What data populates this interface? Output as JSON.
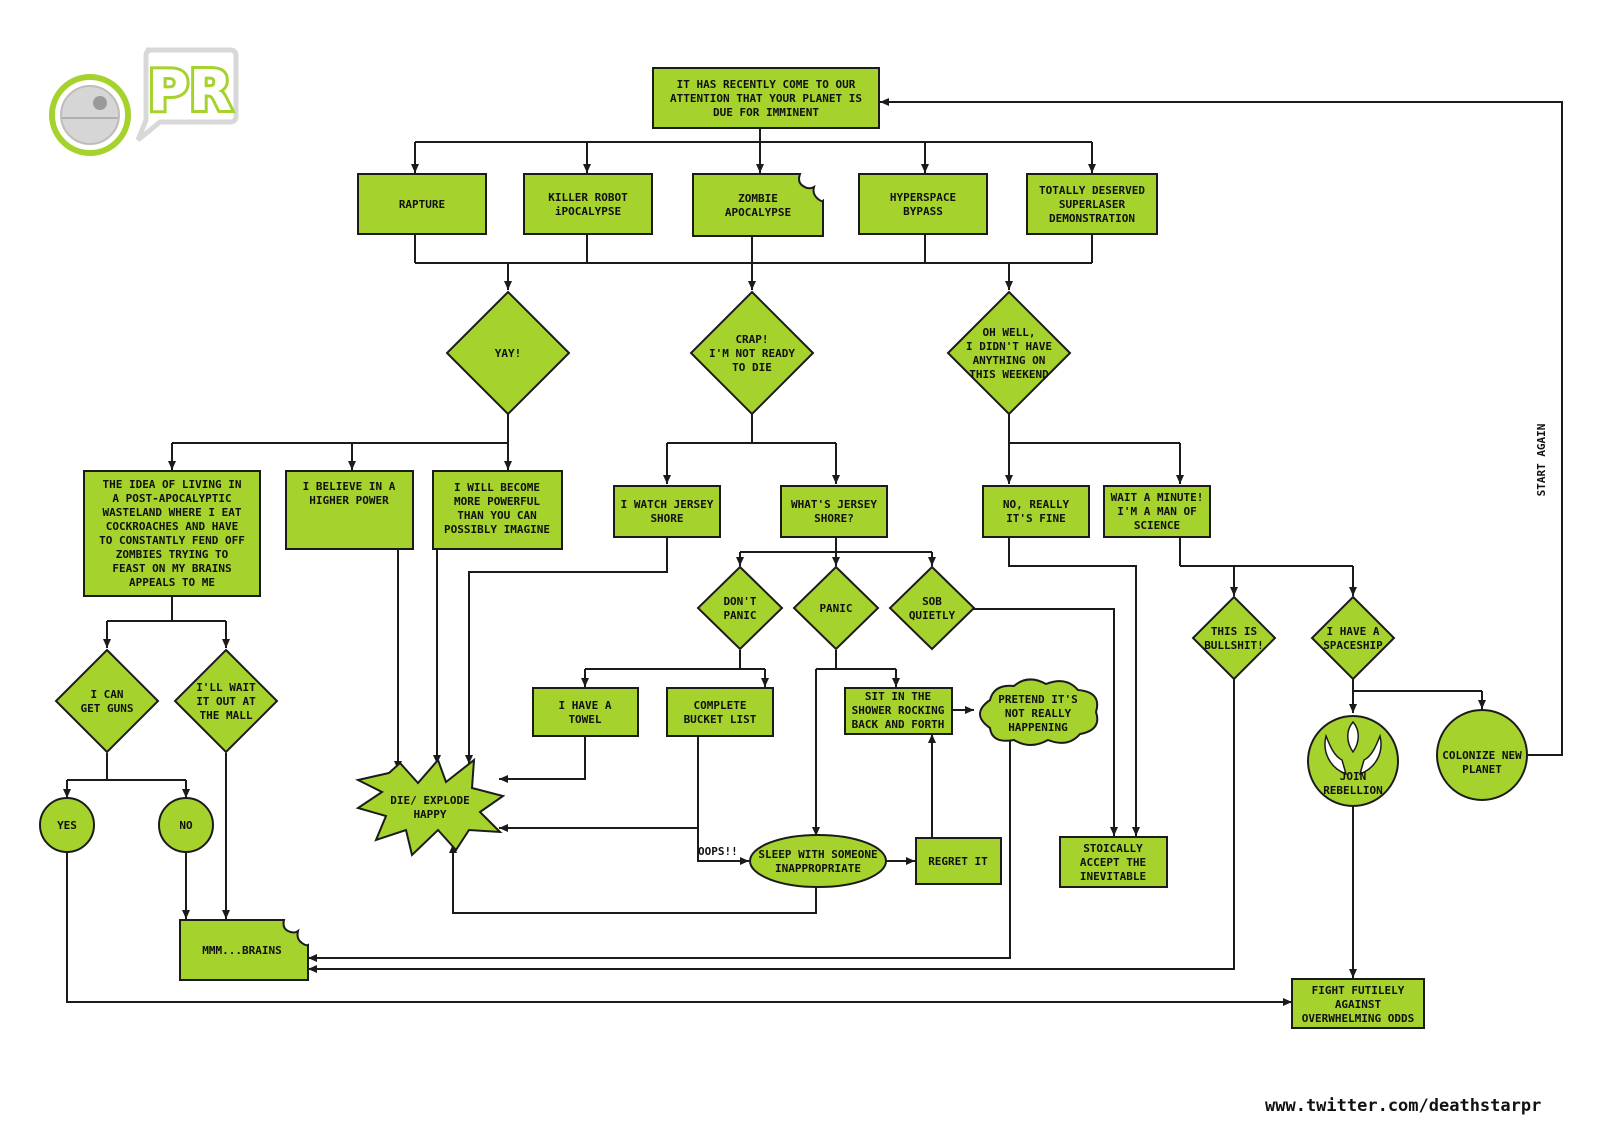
{
  "logo": {
    "text": "PR",
    "accent": "#a6d22e"
  },
  "colors": {
    "box_fill": "#a6d22e",
    "stroke": "#1b1b1b",
    "background": "#ffffff"
  },
  "nodes": {
    "start": [
      "IT HAS RECENTLY COME TO OUR",
      "ATTENTION THAT YOUR PLANET IS",
      "DUE FOR IMMINENT"
    ],
    "rapture": [
      "RAPTURE"
    ],
    "killer_robot": [
      "KILLER ROBOT",
      "iPOCALYPSE"
    ],
    "zombie": [
      "ZOMBIE",
      "APOCALYPSE"
    ],
    "hyperspace": [
      "HYPERSPACE",
      "BYPASS"
    ],
    "superlaser": [
      "TOTALLY DESERVED",
      "SUPERLASER",
      "DEMONSTRATION"
    ],
    "yay": [
      "YAY!"
    ],
    "crap": [
      "CRAP!",
      "I'M NOT READY",
      "TO DIE"
    ],
    "oh_well": [
      "OH WELL,",
      "I DIDN'T HAVE",
      "ANYTHING ON",
      "THIS WEEKEND"
    ],
    "idea": [
      "THE IDEA OF LIVING IN",
      "A POST-APOCALYPTIC",
      "WASTELAND WHERE I EAT",
      "COCKROACHES AND HAVE",
      "TO CONSTANTLY FEND OFF",
      "ZOMBIES TRYING TO",
      "FEAST ON MY BRAINS",
      "APPEALS TO ME"
    ],
    "higher_power": [
      "I BELIEVE IN A",
      "HIGHER POWER"
    ],
    "more_powerful": [
      "I WILL BECOME",
      "MORE POWERFUL",
      "THAN YOU CAN",
      "POSSIBLY IMAGINE"
    ],
    "watch_jersey": [
      "I WATCH JERSEY",
      "SHORE"
    ],
    "whats_jersey": [
      "WHAT'S JERSEY",
      "SHORE?"
    ],
    "no_really": [
      "NO, REALLY",
      "IT'S FINE"
    ],
    "man_of_science": [
      "WAIT A MINUTE!",
      "I'M A MAN OF",
      "SCIENCE"
    ],
    "dont_panic": [
      "DON'T",
      "PANIC"
    ],
    "panic": [
      "PANIC"
    ],
    "sob": [
      "SOB",
      "QUIETLY"
    ],
    "bullshit": [
      "THIS IS",
      "BULLSHIT!"
    ],
    "spaceship": [
      "I HAVE A",
      "SPACESHIP"
    ],
    "guns": [
      "I CAN",
      "GET GUNS"
    ],
    "mall": [
      "I'LL WAIT",
      "IT OUT AT",
      "THE MALL"
    ],
    "towel": [
      "I HAVE A",
      "TOWEL"
    ],
    "bucket": [
      "COMPLETE",
      "BUCKET LIST"
    ],
    "shower": [
      "SIT IN THE",
      "SHOWER ROCKING",
      "BACK AND FORTH"
    ],
    "pretend": [
      "PRETEND IT'S",
      "NOT REALLY",
      "HAPPENING"
    ],
    "rebellion": [
      "JOIN",
      "REBELLION"
    ],
    "colonize": [
      "COLONIZE NEW",
      "PLANET"
    ],
    "yes": [
      "YES"
    ],
    "no": [
      "NO"
    ],
    "die": [
      "DIE/ EXPLODE",
      "HAPPY"
    ],
    "sleep": [
      "SLEEP WITH SOMEONE",
      "INAPPROPRIATE"
    ],
    "regret": [
      "REGRET IT"
    ],
    "stoically": [
      "STOICALLY",
      "ACCEPT THE",
      "INEVITABLE"
    ],
    "brains": [
      "MMM...BRAINS"
    ],
    "fight": [
      "FIGHT FUTILELY",
      "AGAINST",
      "OVERWHELMING ODDS"
    ]
  },
  "edge_labels": {
    "oops": "OOPS!!",
    "start_again": "START AGAIN"
  },
  "footer": "www.twitter.com/deathstarpr"
}
